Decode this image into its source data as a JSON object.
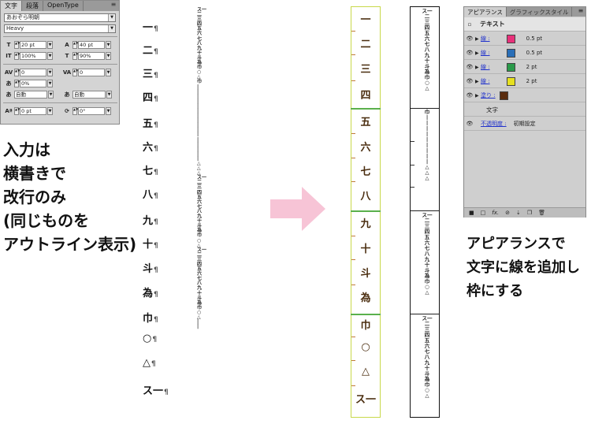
{
  "char_panel": {
    "tabs": [
      "文字",
      "段落",
      "OpenType"
    ],
    "font_family": "あおぞら明朝",
    "font_style": "Heavy",
    "font_size": "20 pt",
    "leading": "40 pt",
    "vertical_scale": "100%",
    "horizontal_scale": "90%",
    "kerning": "0",
    "tracking": "0",
    "tsume": "0%",
    "aki_left": "自動",
    "aki_right": "自動",
    "baseline_shift": "0 pt",
    "rotation": "0°"
  },
  "left_note": [
    "入力は",
    "横書きで",
    "改行のみ",
    "(同じものを",
    "アウトライン表示)"
  ],
  "kanji_list": [
    "一",
    "二",
    "三",
    "四",
    "五",
    "六",
    "七",
    "八",
    "九",
    "十",
    "斗",
    "為",
    "巾",
    "○",
    "△",
    "ス一"
  ],
  "thin_col_text": "ス一\n二\n三\n四\n五\n六\n七\n八\n九\n十\n斗\n為\n巾\n○\n△\n巾\n|\n|\n|\n|\n|\n|\n|\n|\n|\n|\n|\n|\n|\n|\n|\n|\n△\n△\n△\nス一\n二\n三\n四\n五\n六\n七\n八\n九\n十\n斗\n為\n巾\n○\n△\nス一\n二\n三\n四\n五\n六\n七\n八\n九\n十\n斗\n為\n巾\n○\n△\n|\n|",
  "frame_col": [
    "一",
    "二",
    "三",
    "四",
    "五",
    "六",
    "七",
    "八",
    "九",
    "十",
    "斗",
    "為",
    "巾",
    "○",
    "△",
    "ス一"
  ],
  "box_col": {
    "block1": "ス一\n二\n三\n四\n五\n六\n七\n八\n九\n十\n斗\n為\n巾\n○\n△",
    "block2": "巾\n|\n|\n|\n|\n|\n|\n|\n|\n|\n△\n△\n△",
    "block3": "ス一\n二\n三\n四\n五\n六\n七\n八\n九\n十\n斗\n為\n巾\n○\n△",
    "block4": "ス一\n二\n三\n四\n五\n六\n七\n八\n九\n十\n斗\n為\n巾\n○\n△"
  },
  "appearance_panel": {
    "tabs": [
      "アピアランス",
      "グラフィックスタイル"
    ],
    "title": "テキスト",
    "strokes": [
      {
        "label": "線 :",
        "color": "#e8317a",
        "value": "0.5 pt"
      },
      {
        "label": "線 :",
        "color": "#2a6fb8",
        "value": "0.5 pt"
      },
      {
        "label": "線 :",
        "color": "#2a9a4a",
        "value": "2 pt"
      },
      {
        "label": "線 :",
        "color": "#e6e020",
        "value": "2 pt"
      }
    ],
    "fill_label": "塗り :",
    "fill_color": "#5a2d10",
    "text_label": "文字",
    "opacity_label": "不透明度 :",
    "opacity_value": "初期設定"
  },
  "right_note": [
    "アピアランスで",
    "文字に線を追加し",
    "枠にする"
  ]
}
